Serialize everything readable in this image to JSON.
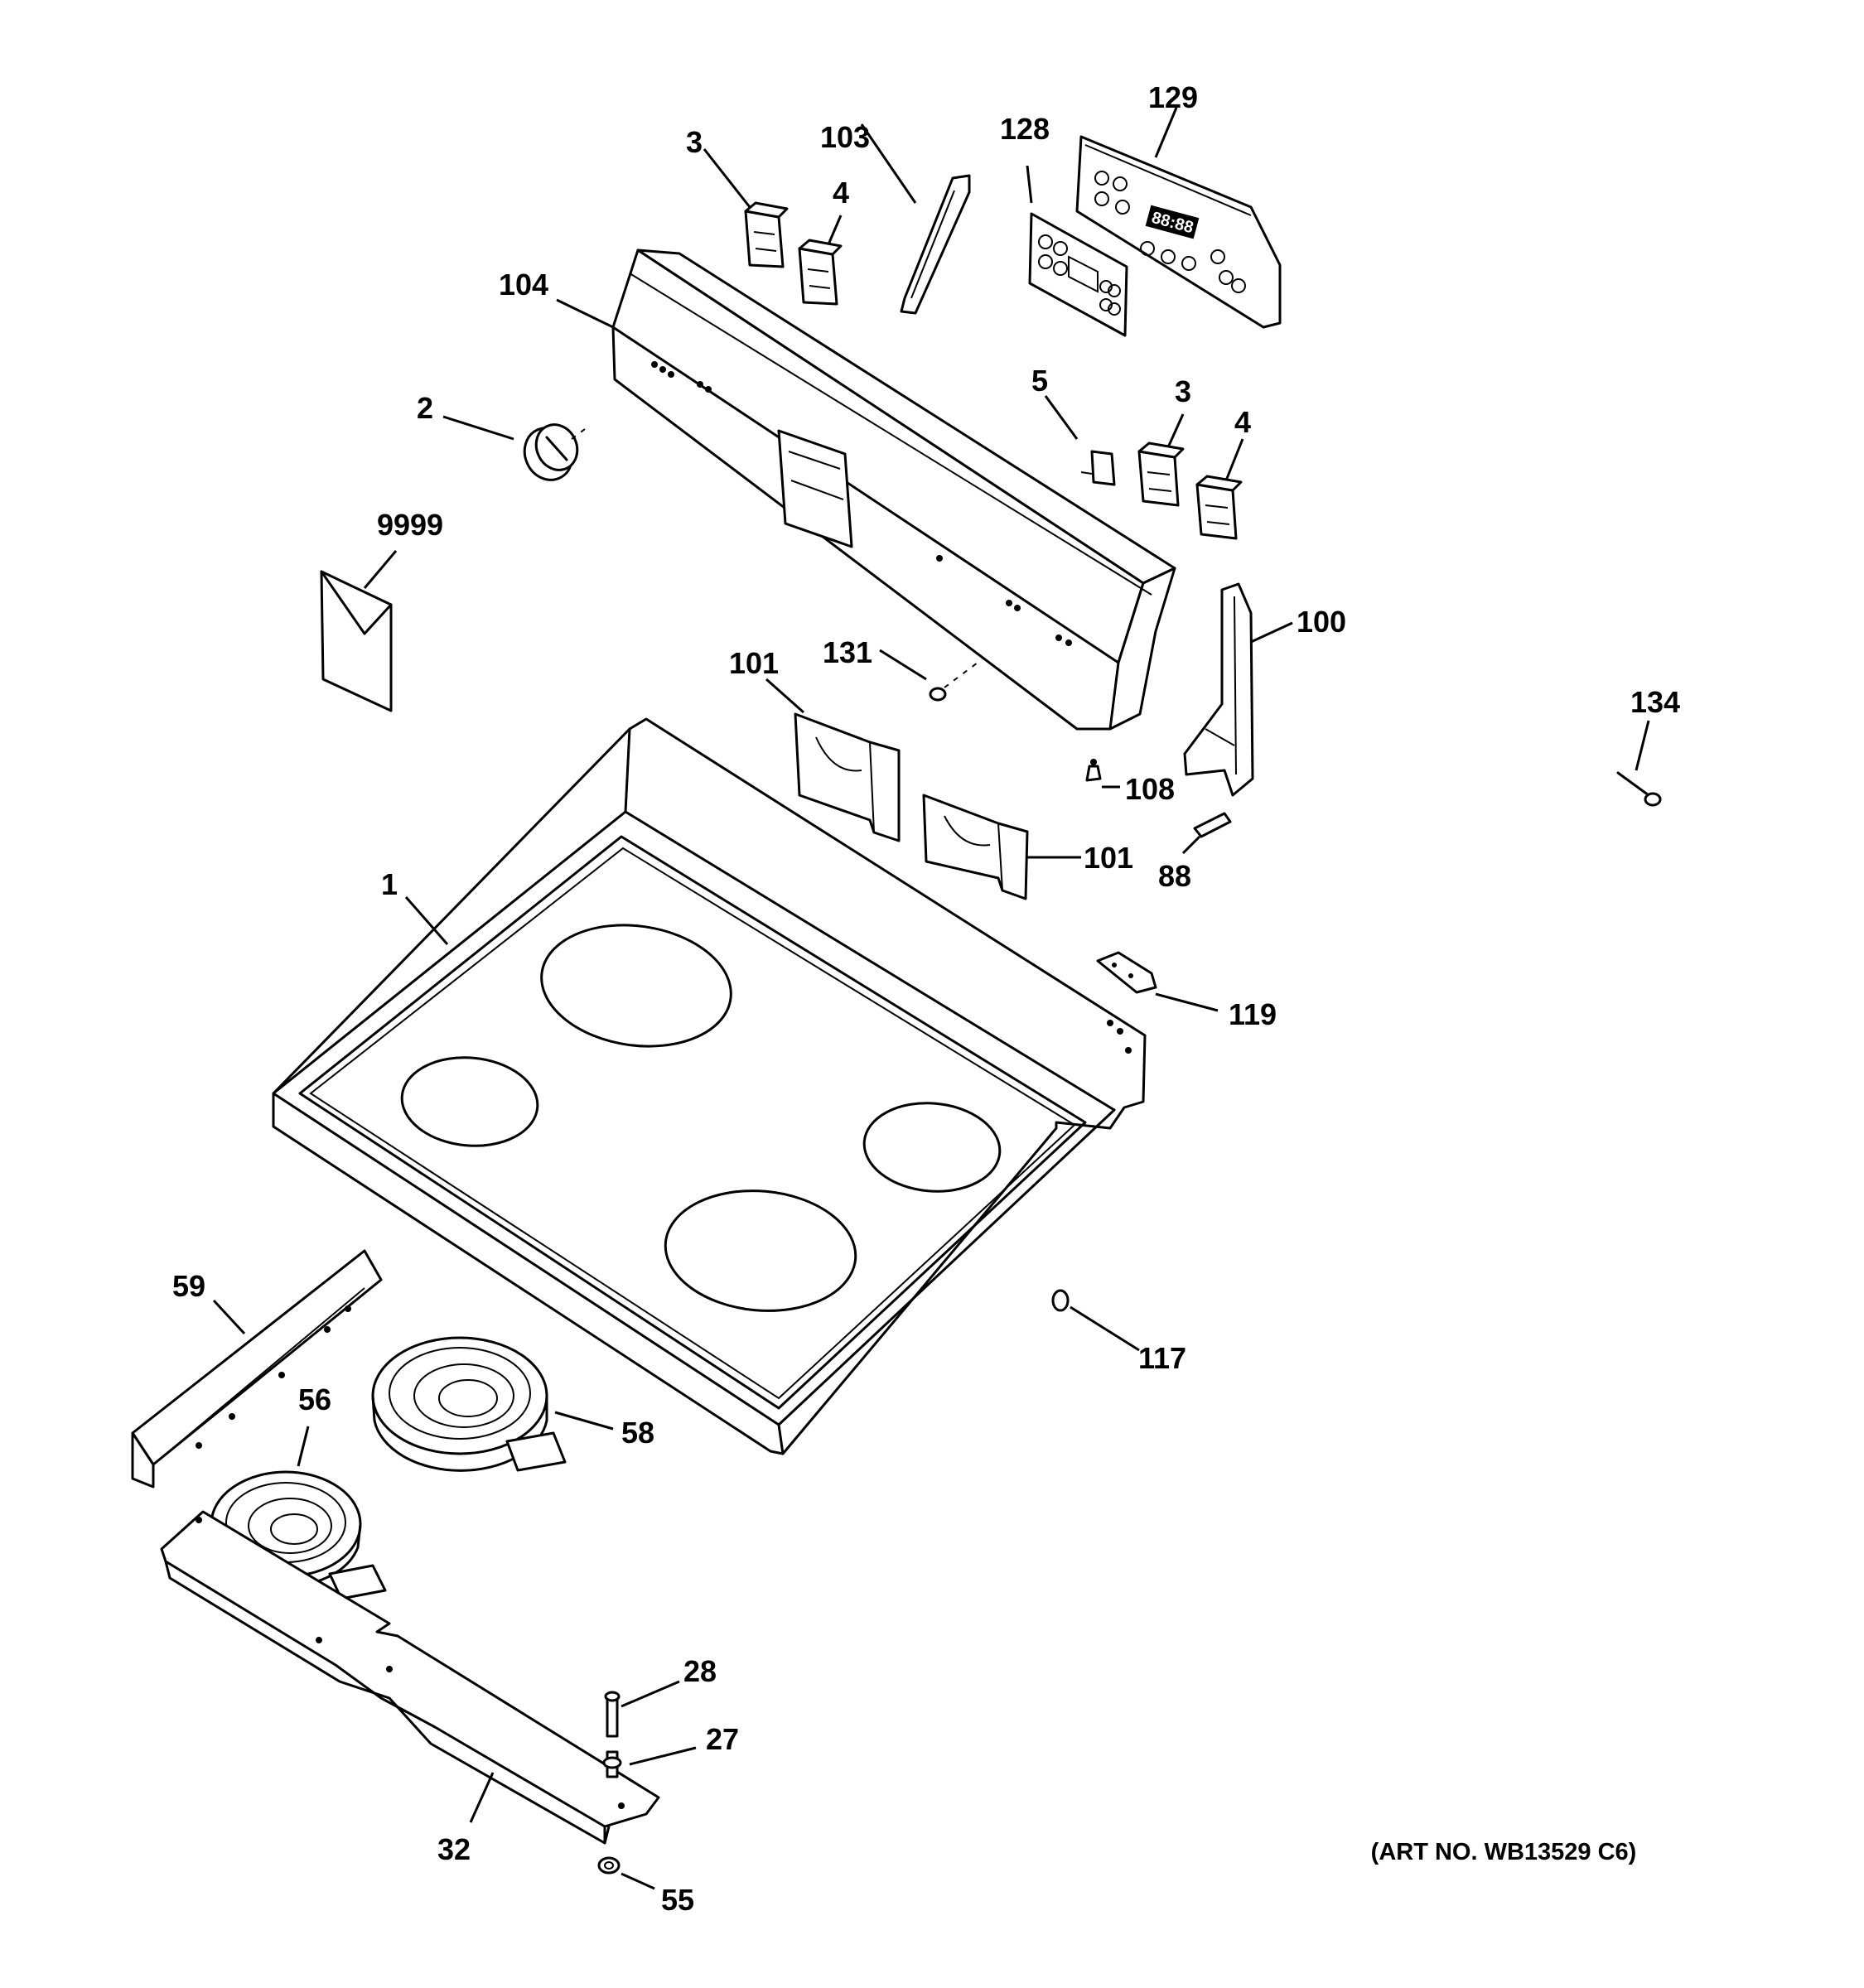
{
  "labels": {
    "p1": "1",
    "p2": "2",
    "p3a": "3",
    "p3b": "3",
    "p4a": "4",
    "p4b": "4",
    "p5": "5",
    "p27": "27",
    "p28": "28",
    "p32": "32",
    "p55": "55",
    "p56": "56",
    "p58": "58",
    "p59": "59",
    "p88": "88",
    "p100": "100",
    "p101a": "101",
    "p101b": "101",
    "p103": "103",
    "p104": "104",
    "p108": "108",
    "p117": "117",
    "p119": "119",
    "p128": "128",
    "p129": "129",
    "p131": "131",
    "p134": "134",
    "p9999": "9999"
  },
  "control_panel_display": "88:88",
  "art_number": "(ART NO. WB13529 C6)"
}
